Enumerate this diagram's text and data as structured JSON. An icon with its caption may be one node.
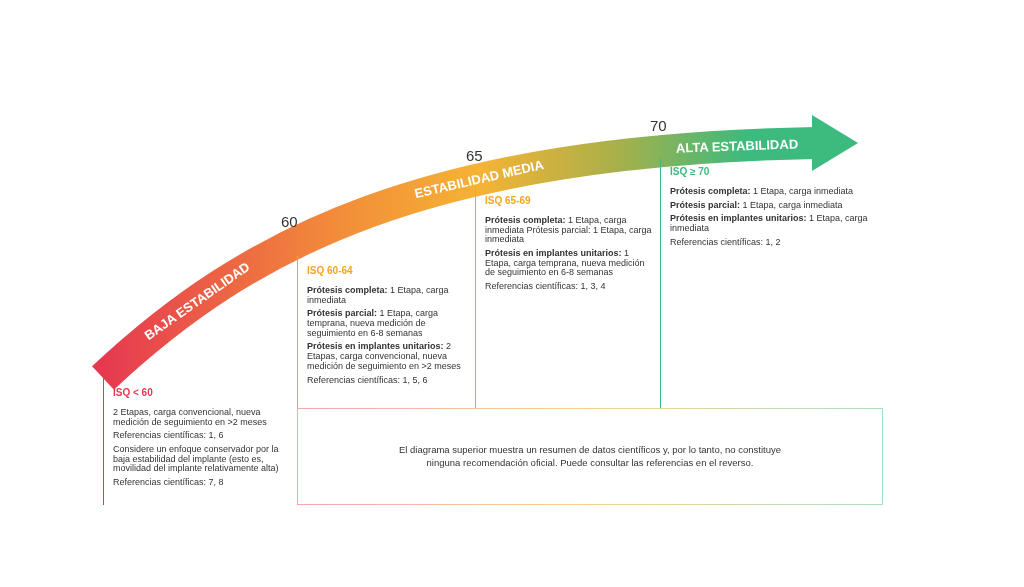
{
  "diagram": {
    "nodes": [
      {
        "text": [
          "ISQ < 60",
          "2 Etapas, carga convencional, nueva medición de seguimiento en >2 meses",
          "Referencias científicas: 1, 6",
          "Considere un enfoque conservador por la baja estabilidad del implante (esto es, movilidad del implante relativamente alta)",
          "Referencias científicas: 7, 8"
        ]
      },
      {
        "text": [
          "ISQ 60-64",
          "**Prótesis completa:** 1 Etapa, carga inmediata",
          "**Prótesis parcial:** 1 Etapa, carga temprana, nueva medición de seguimiento en 6-8 semanas",
          "**Prótesis en implantes unitarios:** 2 Etapas, carga convencional, nueva medición de seguimiento en >2 meses",
          "Referencias científicas: 1, 5, 6"
        ]
      },
      {
        "text": [
          "ISQ 65-69",
          "**Prótesis completa:** 1 Etapa, carga inmediata Prótesis parcial: 1 Etapa, carga inmediata",
          "**Prótesis en implantes unitarios:** 1 Etapa, carga temprana, nueva medición de seguimiento en 6-8 semanas",
          "Referencias científicas: 1, 3, 4"
        ]
      },
      {
        "text": [
          "ISQ ≥ 70",
          "**Prótesis completa:** 1 Etapa, carga inmediata",
          "**Prótesis parcial:** 1 Etapa, carga inmediata",
          "**Prótesis en implantes unitarios:** 1 Etapa, carga inmediata",
          "Referencias científicas: 1, 2"
        ]
      },
      {
        "text": [
          "El diagrama superior muestra un resumen de datos científicos y, por lo tanto, no constituye ninguna recomendación oficial. Puede consultar las referencias en el reverso."
        ]
      }
    ],
    "labels": [
      "70",
      "ALTA ESTABILIDAD",
      "65",
      "ESTABILIDAD MEDIA",
      "60",
      "BAJA ESTABILIDAD"
    ]
  }
}
